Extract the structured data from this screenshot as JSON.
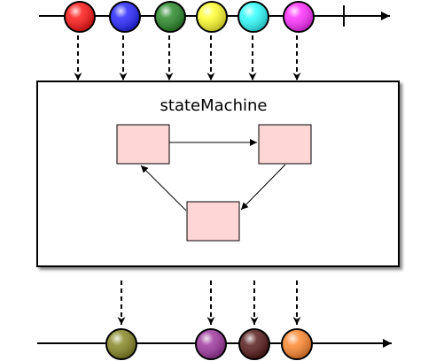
{
  "operator": {
    "name": "stateMachine"
  },
  "input_stream": {
    "marbles": [
      {
        "color": "#ff1a1a",
        "name": "red"
      },
      {
        "color": "#2a2aff",
        "name": "blue"
      },
      {
        "color": "#2e8b2e",
        "name": "green"
      },
      {
        "color": "#ffff33",
        "name": "yellow"
      },
      {
        "color": "#33ffff",
        "name": "cyan"
      },
      {
        "color": "#ff33ff",
        "name": "magenta"
      }
    ],
    "completed": true
  },
  "output_stream": {
    "marbles": [
      {
        "color": "#8a8a2a",
        "name": "olive"
      },
      {
        "color": "#a03aa0",
        "name": "purple"
      },
      {
        "color": "#5a1e1e",
        "name": "maroon"
      },
      {
        "color": "#ff8a33",
        "name": "orange"
      }
    ],
    "completed": false
  },
  "state_diagram": {
    "states": 3,
    "state_fill": "#ffd6d6"
  },
  "colors": {
    "line": "#000000",
    "box_fill": "#ffffff",
    "shadow": "#555555"
  }
}
